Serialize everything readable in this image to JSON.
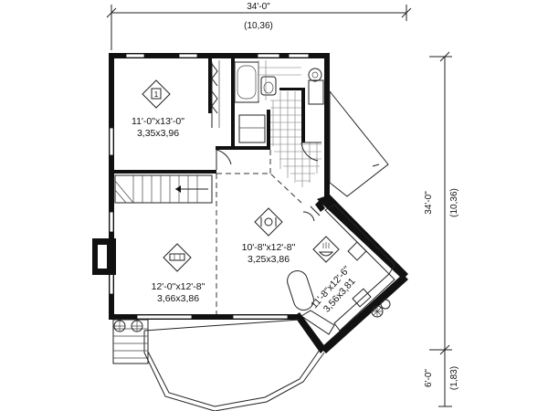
{
  "dimensions": {
    "top_imperial": "34'-0\"",
    "top_metric": "(10,36)",
    "right_imperial": "34'-0\"",
    "right_metric": "(10,36)",
    "bottom_right_imperial": "6'-0\"",
    "bottom_right_metric": "(1,83)"
  },
  "rooms": {
    "bedroom": {
      "icon": "bed-icon",
      "icon_label": "1",
      "size_imperial": "11'-0\"x13'-0\"",
      "size_metric": "3,35x3,96"
    },
    "dining": {
      "icon": "dining-icon",
      "size_imperial": "10'-8\"x12'-8\"",
      "size_metric": "3,25x3,86"
    },
    "living": {
      "icon": "sofa-icon",
      "size_imperial": "12'-0\"x12'-8\"",
      "size_metric": "3,66x3,86"
    },
    "kitchen": {
      "icon": "kitchen-icon",
      "size_imperial": "11'-8\"x12'-6\"",
      "size_metric": "3,56x3,81"
    }
  }
}
